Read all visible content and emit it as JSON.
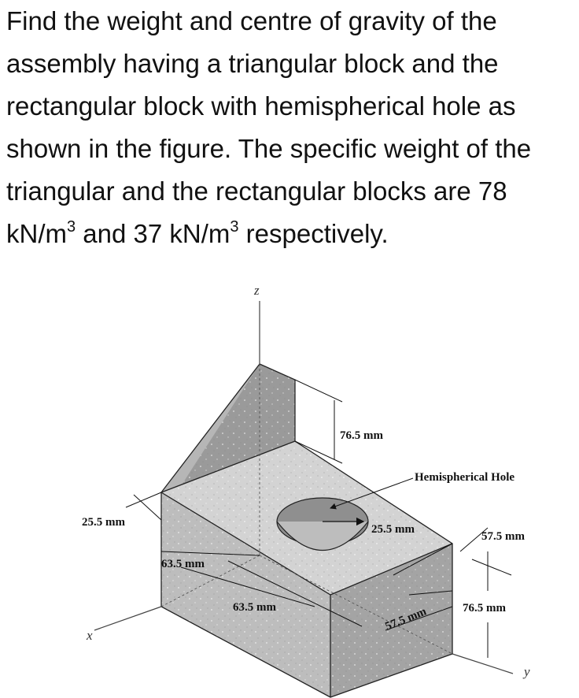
{
  "question": {
    "line1": "Find the weight and centre of gravity of the",
    "line2": "assembly having a triangular block and the",
    "line3": "rectangular block with hemispherical hole as",
    "line4": "shown in the figure. The specific weight of the",
    "line5": "triangular and the rectangular blocks are 78",
    "line6_a": "kN/m",
    "line6_sup1": "3",
    "line6_b": " and 37 kN/m",
    "line6_sup2": "3",
    "line6_c": " respectively."
  },
  "figure": {
    "axis_z": "z",
    "axis_x": "x",
    "axis_y": "y",
    "dim_top_height": "76.5 mm",
    "hole_label": "Hemispherical Hole",
    "dim_left_depth": "25.5 mm",
    "dim_hole_radius": "25.5 mm",
    "dim_right_top": "57.5 mm",
    "dim_front_upper": "63.5 mm",
    "dim_front_lower": "63.5 mm",
    "dim_right_bottom": "57.5 mm",
    "dim_right_height": "76.5 mm"
  }
}
